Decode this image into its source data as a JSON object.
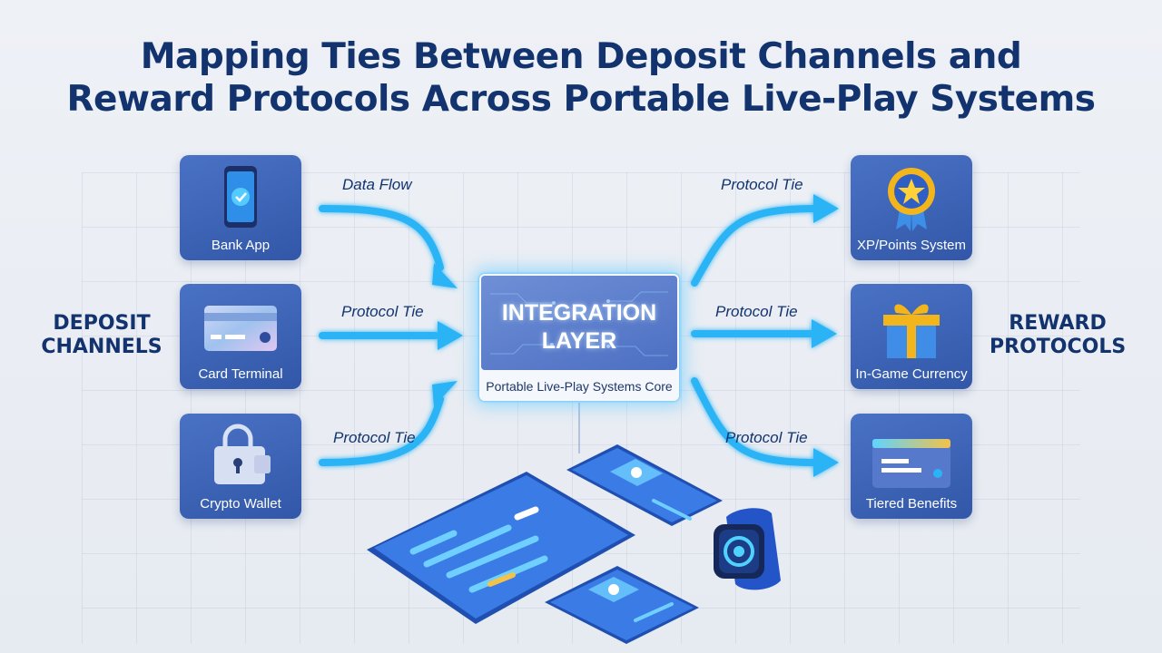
{
  "title": {
    "line1": "Mapping Ties Between Deposit Channels and",
    "line2": "Reward Protocols Across Portable Live-Play Systems"
  },
  "left_group": {
    "line1": "DEPOSIT",
    "line2": "CHANNELS"
  },
  "right_group": {
    "line1": "REWARD",
    "line2": "PROTOCOLS"
  },
  "deposit_channels": [
    {
      "label": "Bank App",
      "icon": "smartphone-check-icon"
    },
    {
      "label": "Card Terminal",
      "icon": "credit-card-icon"
    },
    {
      "label": "Crypto Wallet",
      "icon": "lock-wallet-icon"
    }
  ],
  "reward_protocols": [
    {
      "label": "XP/Points System",
      "icon": "star-medal-icon"
    },
    {
      "label": "In-Game Currency",
      "icon": "gift-box-icon"
    },
    {
      "label": "Tiered Benefits",
      "icon": "tier-card-icon"
    }
  ],
  "flows": {
    "in": [
      "Data Flow",
      "Protocol Tie",
      "Protocol Tie"
    ],
    "out": [
      "Protocol Tie",
      "Protocol Tie",
      "Protocol Tie"
    ]
  },
  "hub": {
    "title_line1": "INTEGRATION",
    "title_line2": "LAYER",
    "subtitle": "Portable Live-Play Systems Core"
  },
  "colors": {
    "title": "#12336e",
    "card": "#3d63b6",
    "arrow": "#2ab4f5",
    "glow": "#5ac8ff"
  },
  "devices": [
    "tablet-icon",
    "smartphone-icon",
    "smartwatch-icon"
  ]
}
